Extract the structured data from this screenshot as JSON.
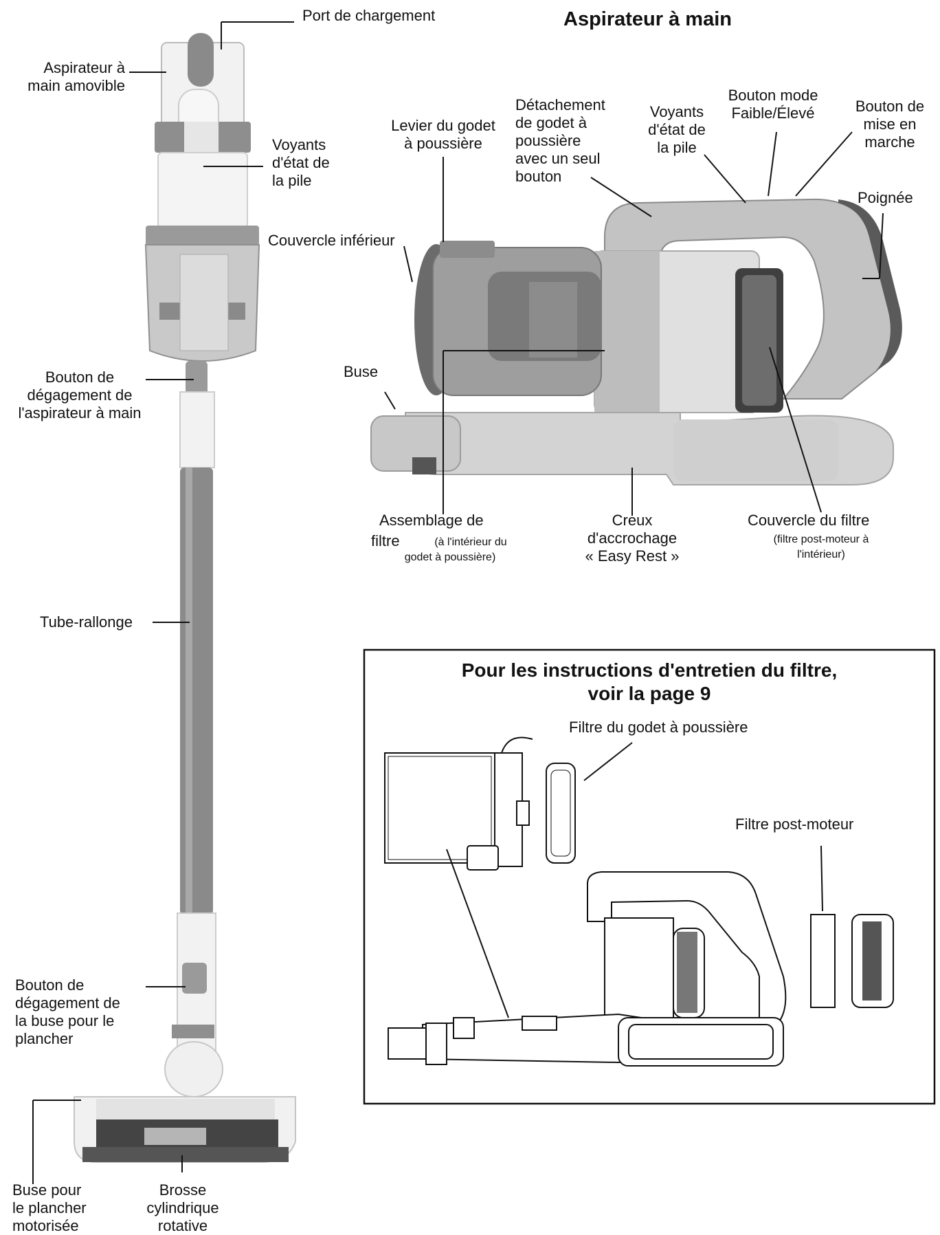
{
  "title": "Aspirateur à main",
  "colors": {
    "ink": "#111111",
    "body_gray": "#8a8a8a",
    "light_gray": "#dcdcdc",
    "dark_gray": "#555555"
  },
  "stick_labels": {
    "charging_port": "Port de chargement",
    "removable_handheld": "Aspirateur à\nmain amovible",
    "battery_indicators": "Voyants\nd'état de\nla pile",
    "lower_cover": "Couvercle inférieur",
    "handheld_release": "Bouton de\ndégagement de\nl'aspirateur à main",
    "extension_tube": "Tube-rallonge",
    "floor_nozzle_release": "Bouton de\ndégagement de\nla buse pour le\nplancher",
    "power_floor_nozzle": "Buse pour\nle plancher\nmotorisée",
    "brush_roll": "Brosse\ncylindrique\nrotative"
  },
  "handheld_labels": {
    "dust_cup_lever": "Levier du godet\nà poussière",
    "one_button_release": "Détachement\nde godet à\npoussière\navec un seul\nbouton",
    "battery_indicators": "Voyants\nd'état de\nla pile",
    "mode_button": "Bouton mode\nFaible/Élevé",
    "power_button": "Bouton de\nmise en\nmarche",
    "handle": "Poignée",
    "nozzle": "Buse",
    "filter_assembly": "Assemblage de",
    "filter_assembly_2": "filtre",
    "filter_assembly_note": " (à l'intérieur du\ngodet à poussière)",
    "easy_rest": "Creux\nd'accrochage\n« Easy Rest »",
    "filter_cover": "Couvercle du filtre",
    "filter_cover_note": "(filtre post-moteur à\nl'intérieur)"
  },
  "filter_box": {
    "title": "Pour les instructions d'entretien du filtre,\nvoir la page 9",
    "dust_cup_filter": "Filtre du godet à poussière",
    "post_motor_filter": "Filtre post-moteur"
  }
}
